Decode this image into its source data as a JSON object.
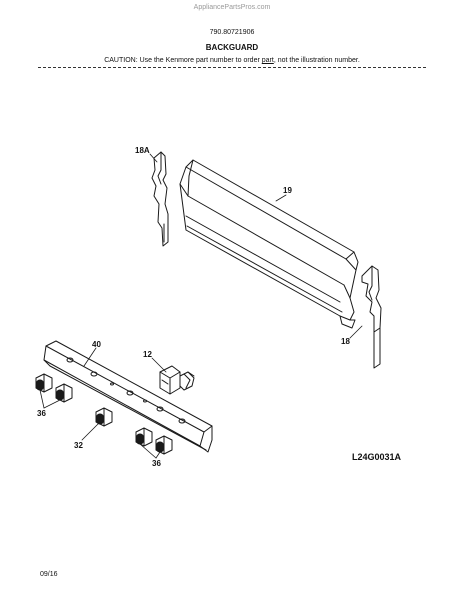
{
  "header": {
    "watermark": "AppliancePartsPros.com",
    "model_number": "790.80721906",
    "section_title": "BACKGUARD",
    "caution_prefix": "CAUTION: Use the Kenmore part number to order ",
    "caution_link": "part",
    "caution_suffix": ", not the illustration number."
  },
  "diagram": {
    "callouts": {
      "part_18a": "18A",
      "part_19": "19",
      "part_18": "18",
      "part_40": "40",
      "part_12": "12",
      "part_36_left": "36",
      "part_32": "32",
      "part_36_right": "36"
    },
    "illustration_code": "L24G0031A"
  },
  "footer": {
    "date": "09/16"
  }
}
